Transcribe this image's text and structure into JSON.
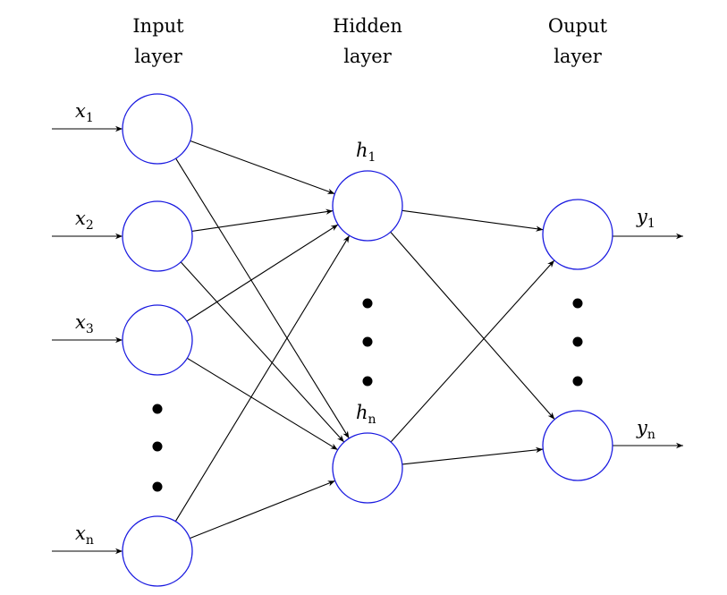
{
  "layers": [
    {
      "id": "input",
      "title_line1": "Input",
      "title_line2": "layer",
      "nodes": [
        {
          "id": "x1",
          "var": "x",
          "sub": "1"
        },
        {
          "id": "x2",
          "var": "x",
          "sub": "2"
        },
        {
          "id": "x3",
          "var": "x",
          "sub": "3"
        },
        {
          "id": "xn",
          "var": "x",
          "sub": "n"
        }
      ]
    },
    {
      "id": "hidden",
      "title_line1": "Hidden",
      "title_line2": "layer",
      "nodes": [
        {
          "id": "h1",
          "var": "h",
          "sub": "1"
        },
        {
          "id": "hn",
          "var": "h",
          "sub": "n"
        }
      ]
    },
    {
      "id": "output",
      "title_line1": "Ouput",
      "title_line2": "layer",
      "nodes": [
        {
          "id": "y1",
          "var": "y",
          "sub": "1"
        },
        {
          "id": "yn",
          "var": "y",
          "sub": "n"
        }
      ]
    }
  ],
  "edges": [
    [
      "x1",
      "h1"
    ],
    [
      "x1",
      "hn"
    ],
    [
      "x2",
      "h1"
    ],
    [
      "x2",
      "hn"
    ],
    [
      "x3",
      "h1"
    ],
    [
      "x3",
      "hn"
    ],
    [
      "xn",
      "h1"
    ],
    [
      "xn",
      "hn"
    ],
    [
      "h1",
      "y1"
    ],
    [
      "h1",
      "yn"
    ],
    [
      "hn",
      "y1"
    ],
    [
      "hn",
      "yn"
    ]
  ],
  "colors": {
    "neuron_stroke": "#1a1ae0",
    "edge": "#000000"
  }
}
